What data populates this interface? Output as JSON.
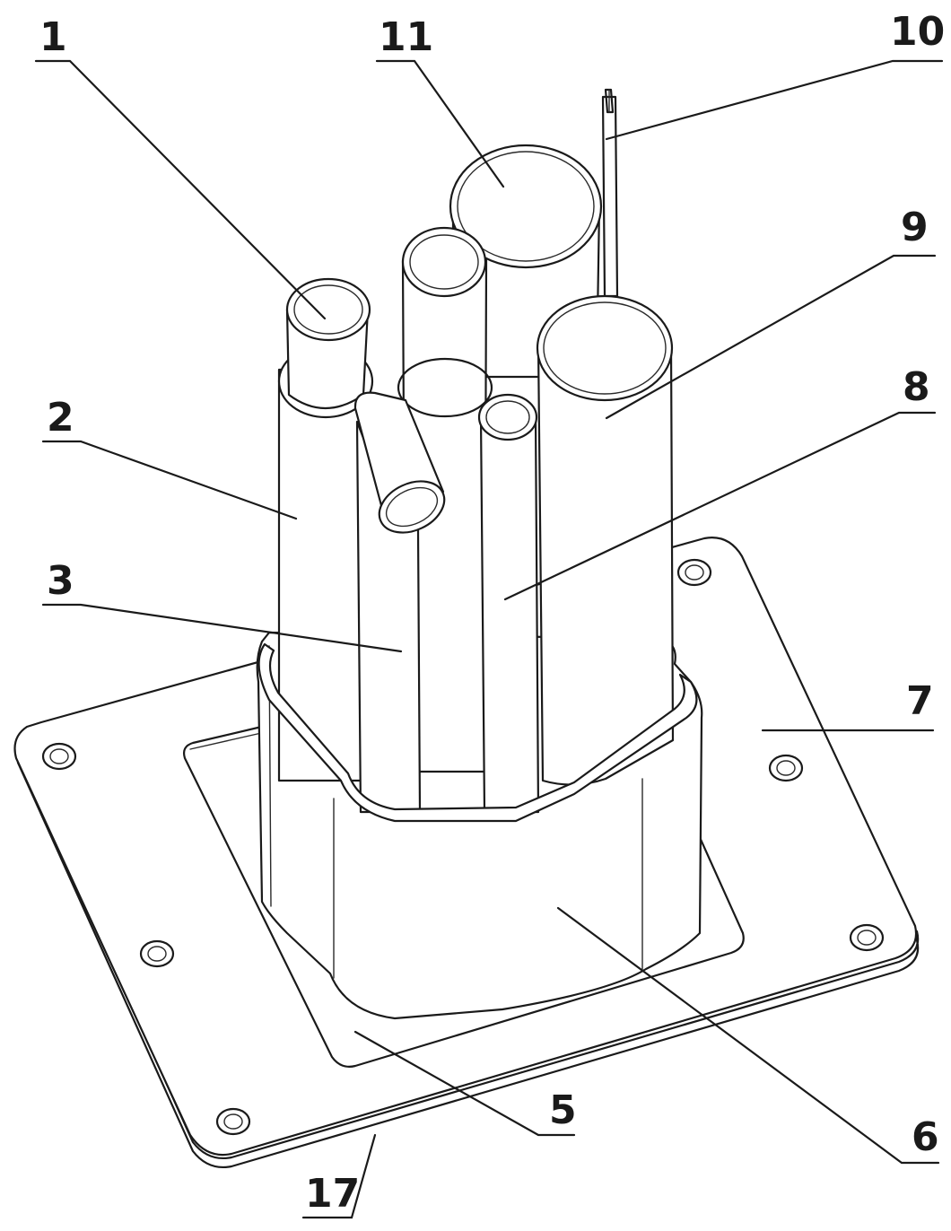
{
  "callouts": [
    {
      "id": "c1",
      "label": "1"
    },
    {
      "id": "c2",
      "label": "2"
    },
    {
      "id": "c3",
      "label": "3"
    },
    {
      "id": "c5",
      "label": "5"
    },
    {
      "id": "c6",
      "label": "6"
    },
    {
      "id": "c7",
      "label": "7"
    },
    {
      "id": "c8",
      "label": "8"
    },
    {
      "id": "c9",
      "label": "9"
    },
    {
      "id": "c10",
      "label": "10"
    },
    {
      "id": "c11",
      "label": "11"
    },
    {
      "id": "c17",
      "label": "17"
    }
  ]
}
